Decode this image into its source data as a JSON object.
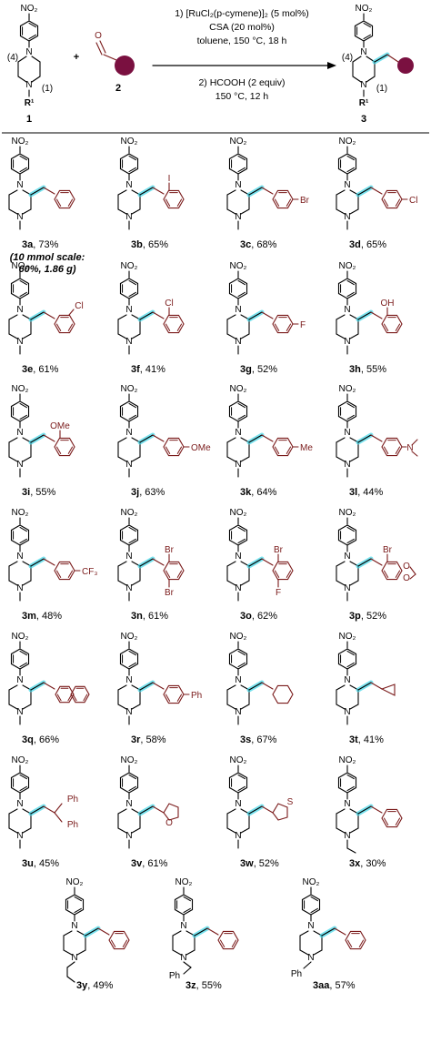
{
  "scheme": {
    "reactant1": {
      "id": "1",
      "no2": "NO₂",
      "n4": "(4)",
      "n1": "(1)",
      "r1": "R¹"
    },
    "plus": "+",
    "reactant2": {
      "id": "2",
      "o": "O"
    },
    "conditions": {
      "step1_line1": "1) [RuCl₂(p-cymene)]₂ (5 mol%)",
      "step1_line2": "CSA (20 mol%)",
      "step1_line3": "toluene, 150 °C, 18 h",
      "step2_line1": "2) HCOOH (2 equiv)",
      "step2_line2": "150 °C, 12 h"
    },
    "product": {
      "id": "3",
      "no2": "NO₂",
      "n4": "(4)",
      "n1": "(1)",
      "r1": "R¹"
    }
  },
  "compounds": [
    {
      "id": "3a",
      "yield": "73%",
      "sub": "Ph",
      "n1": "Me",
      "note1": "(10 mmol scale:",
      "note2": "60%, 1.86 g)"
    },
    {
      "id": "3b",
      "yield": "65%",
      "sub": "2-I",
      "n1": "Me",
      "atom": "I"
    },
    {
      "id": "3c",
      "yield": "68%",
      "sub": "4-Br",
      "n1": "Me",
      "atom": "Br"
    },
    {
      "id": "3d",
      "yield": "65%",
      "sub": "4-Cl",
      "n1": "Me",
      "atom": "Cl"
    },
    {
      "id": "3e",
      "yield": "61%",
      "sub": "3-Cl",
      "n1": "Me",
      "atom": "Cl"
    },
    {
      "id": "3f",
      "yield": "41%",
      "sub": "2-Cl",
      "n1": "Me",
      "atom": "Cl"
    },
    {
      "id": "3g",
      "yield": "52%",
      "sub": "4-F",
      "n1": "Me",
      "atom": "F"
    },
    {
      "id": "3h",
      "yield": "55%",
      "sub": "2-OH",
      "n1": "Me",
      "atom": "OH"
    },
    {
      "id": "3i",
      "yield": "55%",
      "sub": "2-OMe",
      "n1": "Me",
      "atom": "OMe"
    },
    {
      "id": "3j",
      "yield": "63%",
      "sub": "4-OMe",
      "n1": "Me",
      "atom": "OMe"
    },
    {
      "id": "3k",
      "yield": "64%",
      "sub": "4-Me",
      "n1": "Me",
      "atom": "Me"
    },
    {
      "id": "3l",
      "yield": "44%",
      "sub": "4-NMe2",
      "n1": "Me",
      "atom": "N"
    },
    {
      "id": "3m",
      "yield": "48%",
      "sub": "4-CF3",
      "n1": "Me",
      "atom": "CF₃"
    },
    {
      "id": "3n",
      "yield": "61%",
      "sub": "2,5-Br2",
      "n1": "Me",
      "atom": "Br",
      "atom2": "Br"
    },
    {
      "id": "3o",
      "yield": "62%",
      "sub": "2-Br-5-F",
      "n1": "Me",
      "atom": "Br",
      "atom2": "F"
    },
    {
      "id": "3p",
      "yield": "52%",
      "sub": "benzodioxole-Br",
      "n1": "Me",
      "atom": "Br",
      "o1": "O",
      "o2": "O"
    },
    {
      "id": "3q",
      "yield": "66%",
      "sub": "naphthyl",
      "n1": "Me"
    },
    {
      "id": "3r",
      "yield": "58%",
      "sub": "4-Ph",
      "n1": "Me",
      "atom": "Ph"
    },
    {
      "id": "3s",
      "yield": "67%",
      "sub": "cyclohexyl",
      "n1": "Me"
    },
    {
      "id": "3t",
      "yield": "41%",
      "sub": "cyclopropyl",
      "n1": "Me"
    },
    {
      "id": "3u",
      "yield": "45%",
      "sub": "CHPh2",
      "n1": "Me",
      "atom": "Ph",
      "atom2": "Ph"
    },
    {
      "id": "3v",
      "yield": "61%",
      "sub": "furyl",
      "n1": "Me",
      "atom": "O"
    },
    {
      "id": "3w",
      "yield": "52%",
      "sub": "thienyl",
      "n1": "Me",
      "atom": "S"
    },
    {
      "id": "3x",
      "yield": "30%",
      "sub": "Ph",
      "n1": "Et"
    },
    {
      "id": "3y",
      "yield": "49%",
      "sub": "Ph",
      "n1": "Pr"
    },
    {
      "id": "3z",
      "yield": "55%",
      "sub": "Ph",
      "n1": "CH2CH2Ph",
      "atom": "Ph"
    },
    {
      "id": "3aa",
      "yield": "57%",
      "sub": "Ph",
      "n1": "CH2Ph",
      "atom": "Ph"
    }
  ],
  "colors": {
    "bond": "#000000",
    "substituent": "#7a1a1a",
    "highlight": "#3fd6e8",
    "aldehyde_dot": "#7a1040"
  }
}
